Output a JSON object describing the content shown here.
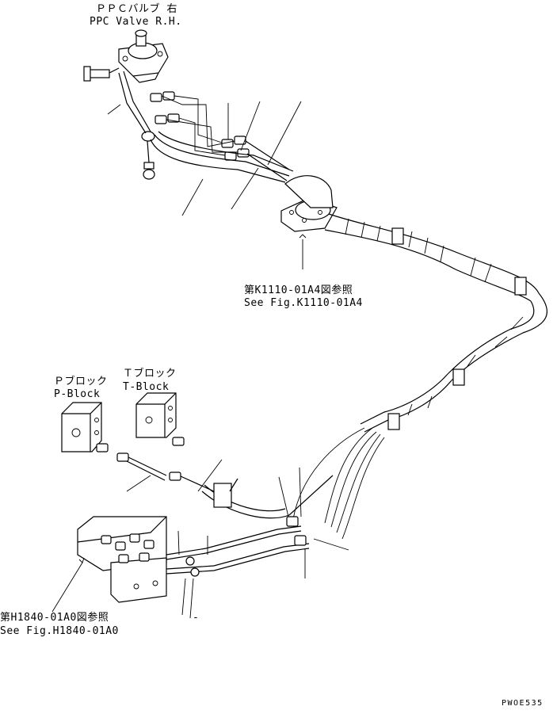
{
  "labels": {
    "ppc_valve_jp": "ＰＰＣバルブ 右",
    "ppc_valve_en": "PPC Valve R.H.",
    "fig_k_jp": "第K1110-01A4図参照",
    "fig_k_en": "See Fig.K1110-01A4",
    "p_block_jp": "Ｐブロック",
    "p_block_en": "P-Block",
    "t_block_jp": "Ｔブロック",
    "t_block_en": "T-Block",
    "fig_h_jp": "第H1840-01A0図参照",
    "fig_h_en": "See Fig.H1840-01A0",
    "dash": "-",
    "drawing_code": "PWOE535"
  }
}
